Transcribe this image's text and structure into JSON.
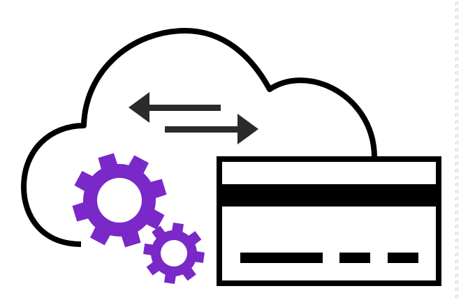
{
  "illustration": {
    "subject": "cloud-payment-processing",
    "icons": [
      "cloud-icon",
      "exchange-arrows-icon",
      "credit-card-icon",
      "gear-icon-large",
      "gear-icon-small"
    ],
    "colors": {
      "outline": "#000000",
      "arrows": "#2b2b2b",
      "gears": "#7a28c8",
      "background": "#ffffff"
    }
  },
  "edge_strip": {
    "glyph": "ẞ",
    "count": 44
  }
}
